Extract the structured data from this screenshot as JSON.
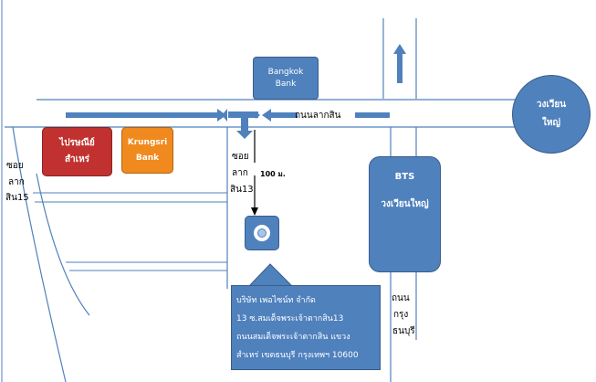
{
  "colors": {
    "road_line": "#4f81bd",
    "box_blue": "#4f81bd",
    "post_red": "#c0312f",
    "krungsri_orange": "#f08a1e"
  },
  "landmarks": {
    "bangkok_bank": [
      "Bangkok",
      "Bank"
    ],
    "post_office": [
      "ไปรษณีย์",
      "สำเหร่"
    ],
    "krungsri": [
      "Krungsri",
      "Bank"
    ],
    "bts": [
      "BTS",
      "วงเวียนใหญ่"
    ],
    "roundabout": [
      "วงเวียน",
      "ใหญ่"
    ]
  },
  "roads": {
    "main_road": "ถนนลากสิน",
    "right_road": [
      "ถนน",
      "กรุง",
      "ธนบุรี"
    ],
    "left_soi": [
      "ซอย",
      "ลาก",
      "สิน15"
    ],
    "center_soi": [
      "ซอย",
      "ลาก",
      "สิน13"
    ]
  },
  "distance_label": "100 ม.",
  "company": {
    "lines": [
      "บริษัท เพอไซน์ท จำกัด",
      "13 ซ.สมเด็จพระเจ้าตากสิน13",
      "ถนนสมเด็จพระเจ้าตากสิน แขวง",
      "สำเหร่ เขตธนบุรี กรุงเทพฯ 10600"
    ]
  },
  "icons": {
    "location": "target-marker-icon",
    "arrows": "arrow-icon"
  }
}
